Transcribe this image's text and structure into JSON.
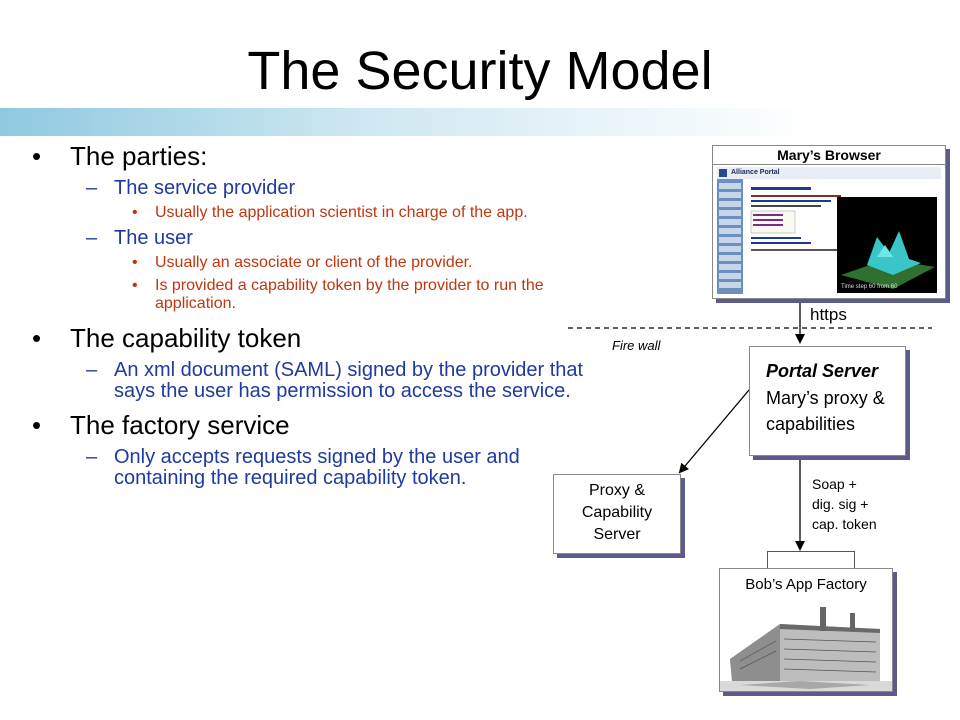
{
  "slide": {
    "title": "The Security Model",
    "bullets": {
      "parties": {
        "heading": "The parties:",
        "service_provider": "The service provider",
        "provider_note": "Usually  the application scientist in charge of the app.",
        "user": "The user",
        "user_note1": "Usually an associate or client of the provider.",
        "user_note2": "Is provided a capability token by the provider to run the application."
      },
      "capability": {
        "heading": "The capability token",
        "desc": "An xml document (SAML) signed by the provider that says the user has permission to access the service."
      },
      "factory": {
        "heading": "The factory service",
        "desc": "Only accepts requests signed by the user and containing the required capability token."
      }
    }
  },
  "diagram": {
    "browser_label": "Mary’s Browser",
    "browser_screen": {
      "portal_title": "Alliance Portal",
      "image_caption": "Time step 60 from 60"
    },
    "https_label": "https",
    "firewall_label": "Fire wall",
    "portal_server": {
      "title": "Portal Server",
      "line1": "Mary’s proxy &",
      "line2": "capabilities"
    },
    "proxy_server": {
      "line1": "Proxy &",
      "line2": "Capability",
      "line3": "Server"
    },
    "soap_label": {
      "line1": "Soap +",
      "line2": "dig. sig +",
      "line3": "cap. token"
    },
    "factory_label": "Bob’s App Factory"
  }
}
